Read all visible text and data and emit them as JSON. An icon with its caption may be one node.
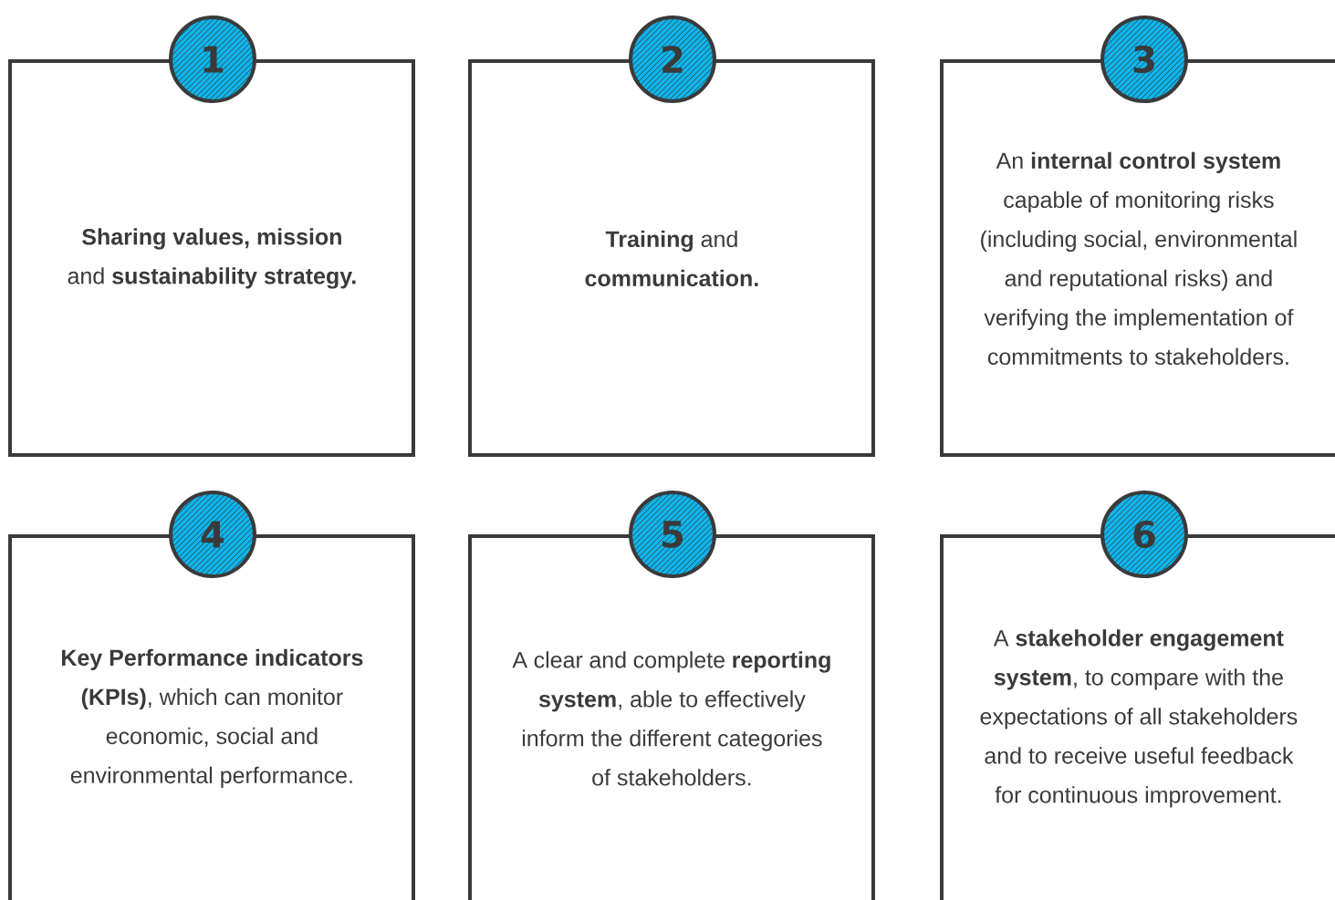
{
  "diagram": {
    "nodes": [
      {
        "text": [
          "1"
        ]
      },
      {
        "text": [
          "**Sharing values, mission** and **sustainability strategy.**"
        ]
      },
      {
        "text": [
          "2"
        ]
      },
      {
        "text": [
          "**Training** and **communication.**"
        ]
      },
      {
        "text": [
          "3"
        ]
      },
      {
        "text": [
          "An **internal control system** capable of monitoring risks (including social, environmental and reputational risks) and verifying the implementation of commitments to stakeholders."
        ]
      },
      {
        "text": [
          "4"
        ]
      },
      {
        "text": [
          "**Key Performance indicators (KPIs)**, which can monitor economic, social and environmental performance."
        ]
      },
      {
        "text": [
          "5"
        ]
      },
      {
        "text": [
          "A clear and complete **reporting system**, able to effectively inform the different categories of stakeholders."
        ]
      },
      {
        "text": [
          "6"
        ]
      },
      {
        "text": [
          "A **stakeholder engagement system**, to compare with the expectations of all stakeholders and to receive useful feedback for continuous improvement."
        ]
      }
    ]
  }
}
